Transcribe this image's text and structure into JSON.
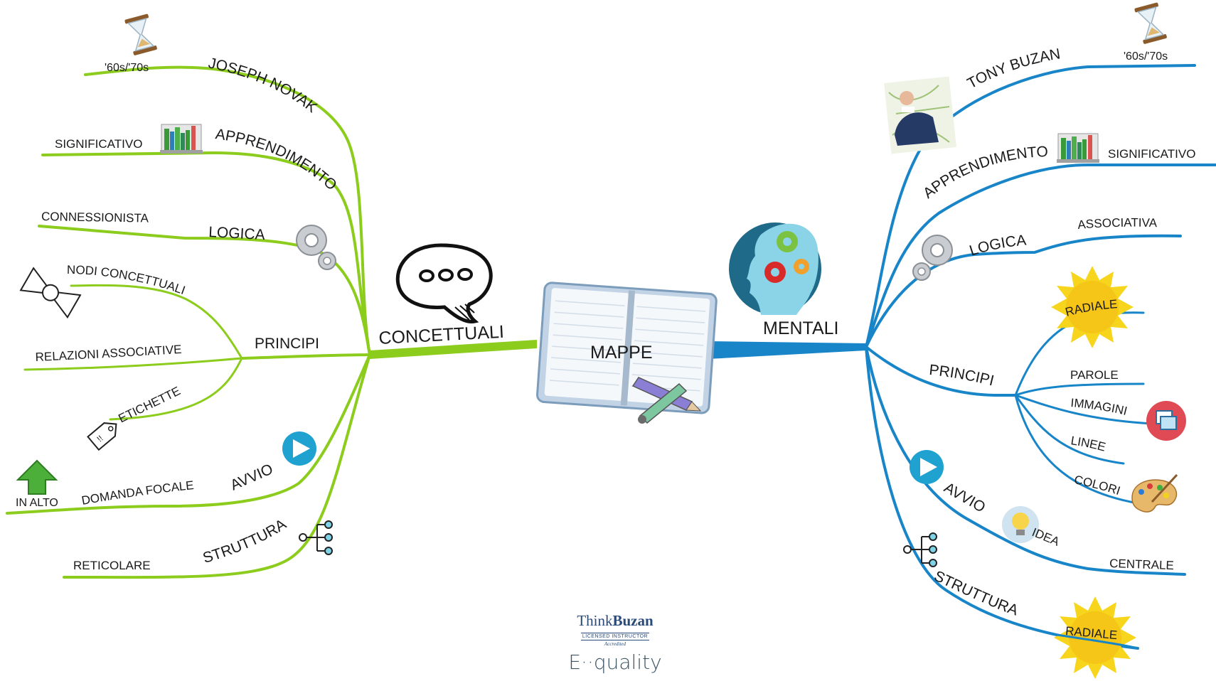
{
  "center": {
    "label": "MAPPE"
  },
  "left": {
    "title": "CONCETTUALI",
    "joseph_novak": "JOSEPH NOVAK",
    "years_left": "'60s/'70s",
    "apprendimento": "APPRENDIMENTO",
    "significativo": "SIGNIFICATIVO",
    "logica": "LOGICA",
    "connessionista": "CONNESSIONISTA",
    "principi": "PRINCIPI",
    "nodi": "NODI CONCETTUALI",
    "relazioni": "RELAZIONI ASSOCIATIVE",
    "etichette": "ETICHETTE",
    "avvio": "AVVIO",
    "domanda": "DOMANDA FOCALE",
    "in_alto": "IN ALTO",
    "struttura": "STRUTTURA",
    "reticolare": "RETICOLARE"
  },
  "right": {
    "title": "MENTALI",
    "tony_buzan": "TONY BUZAN",
    "years_right": "'60s/'70s",
    "apprendimento": "APPRENDIMENTO",
    "significativo": "SIGNIFICATIVO",
    "logica": "LOGICA",
    "associativa": "ASSOCIATIVA",
    "principi": "PRINCIPI",
    "radiale": "RADIALE",
    "parole": "PAROLE",
    "immagini": "IMMAGINI",
    "linee": "LINEE",
    "colori": "COLORI",
    "avvio": "AVVIO",
    "idea": "IDEA",
    "centrale": "CENTRALE",
    "struttura": "STRUTTURA",
    "radiale2": "RADIALE"
  },
  "logo": {
    "think": "Think",
    "buzan": "Buzan",
    "licensed": "LICENSED INSTRUCTOR",
    "accredited": "Accredited",
    "equality": "E··quality"
  },
  "colors": {
    "left_branch": "#8ccc1c",
    "right_branch": "#1885c8"
  },
  "icons": [
    "hourglass-icon",
    "books-icon",
    "gears-icon",
    "bow-tie-icon",
    "tag-icon",
    "play-icon",
    "up-arrow-icon",
    "hierarchy-icon",
    "speech-bubble-icon",
    "notebook-icon",
    "pencil-icon",
    "head-gears-icon",
    "portrait-photo",
    "sun-icon",
    "image-icon",
    "palette-icon",
    "lightbulb-icon"
  ]
}
